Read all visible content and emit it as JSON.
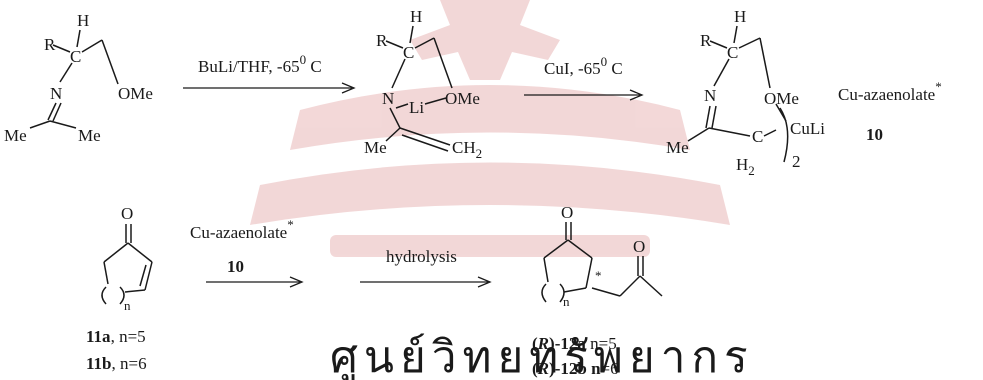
{
  "watermark": {
    "color": "#e9b8b8"
  },
  "scheme1": {
    "reactant": {
      "r": "R",
      "h": "H",
      "c": "C",
      "n": "N",
      "ome": "OMe",
      "me_left": "Me",
      "me_right": "Me"
    },
    "step1_reagent": "BuLi/THF, -65",
    "step1_deg": "0",
    "step1_unit": " C",
    "intermediate": {
      "r": "R",
      "h": "H",
      "c": "C",
      "n": "N",
      "li": "Li",
      "ome": "OMe",
      "me": "Me",
      "ch2": "CH",
      "ch2_sub": "2"
    },
    "step2_reagent": "CuI, -65",
    "step2_deg": "0",
    "step2_unit": " C",
    "product": {
      "r": "R",
      "h": "H",
      "c": "C",
      "n": "N",
      "ome": "OMe",
      "me": "Me",
      "c2": "C",
      "h2": "H",
      "h2_sub": "2",
      "sub2": "2",
      "culi": "CuLi"
    },
    "product_name": "Cu-azaenolate",
    "product_star": "*",
    "product_number": "10"
  },
  "scheme2": {
    "enone_o": "O",
    "enone_n": "n",
    "label_11a_bold": "11a",
    "label_11a_rest": ", n=5",
    "label_11b_bold": "11b",
    "label_11b_rest": ", n=6",
    "reagent_name": "Cu-azaenolate",
    "reagent_star": "*",
    "reagent_number": "10",
    "hydrolysis": "hydrolysis",
    "prod_o1": "O",
    "prod_o2": "O",
    "prod_n": "n",
    "prod_star": "*",
    "label_12a_paren_open": "(",
    "label_12a_r": "R",
    "label_12a_paren_close": ")",
    "label_12a_bold": "-12a",
    "label_12a_rest": " n=5",
    "label_12b_paren_open": "(",
    "label_12b_r": "R",
    "label_12b_paren_close": ")",
    "label_12b_bold": "-12b",
    "label_12b_bold2": " n",
    "label_12b_rest": "=6"
  }
}
